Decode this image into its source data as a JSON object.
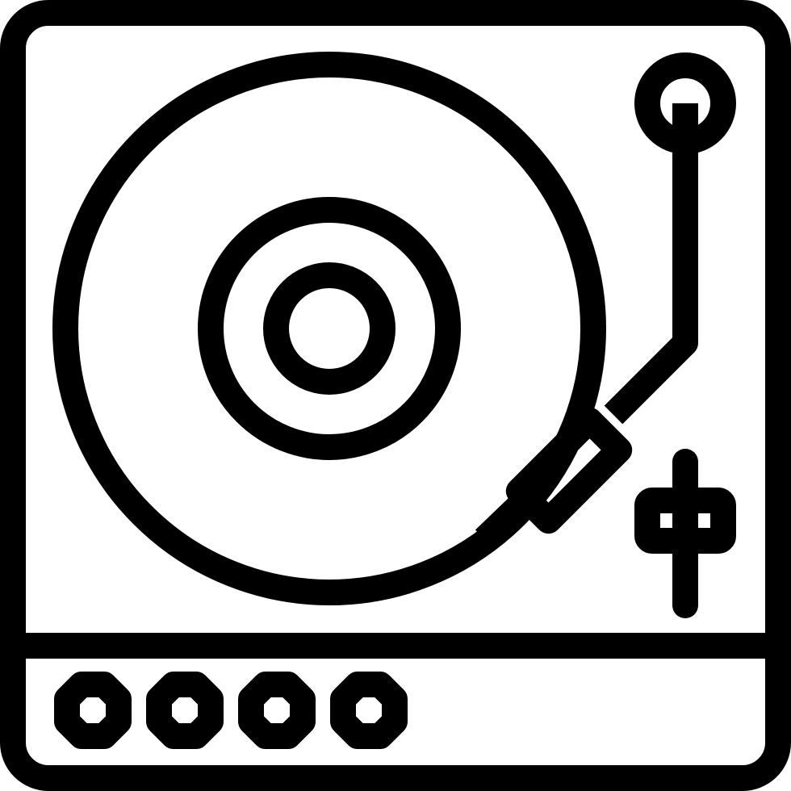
{
  "icon": {
    "name": "turntable-icon",
    "colors": {
      "stroke": "#000000",
      "background": "#ffffff"
    },
    "parts": [
      "frame",
      "platter",
      "record-label",
      "spindle",
      "tonearm",
      "pitch-slider",
      "control-buttons"
    ],
    "control_button_count": 4
  }
}
